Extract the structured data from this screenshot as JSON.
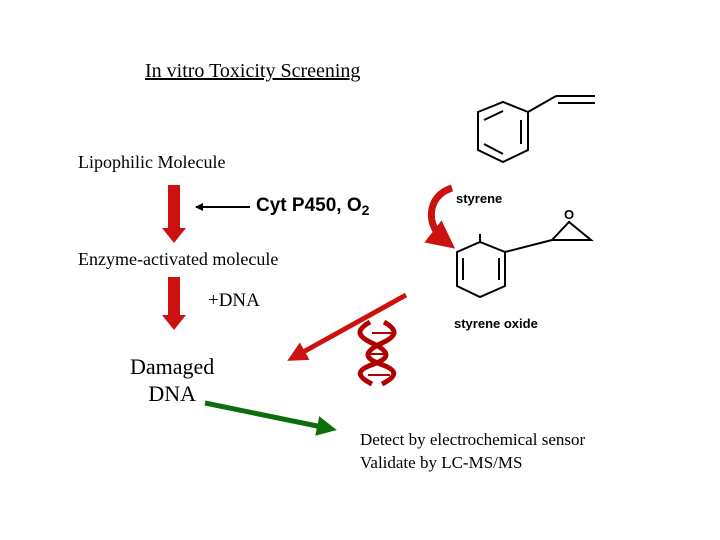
{
  "title": "In vitro Toxicity Screening",
  "flow": {
    "lipophilic": "Lipophilic Molecule",
    "enzyme_label": "Cyt P450, O",
    "enzyme_sub": "2",
    "activated": "Enzyme-activated molecule",
    "dna_add": "+DNA",
    "damaged_line1": "Damaged",
    "damaged_line2": "DNA",
    "detect": "Detect by electrochemical sensor",
    "validate": "Validate by LC-MS/MS"
  },
  "molecules": {
    "styrene": "styrene",
    "styrene_oxide": "styrene oxide",
    "oxygen_atom": "O"
  },
  "colors": {
    "red_arrow": "#cc1111",
    "green_arrow": "#0b6e0b",
    "dna_helix": "#b00000"
  }
}
